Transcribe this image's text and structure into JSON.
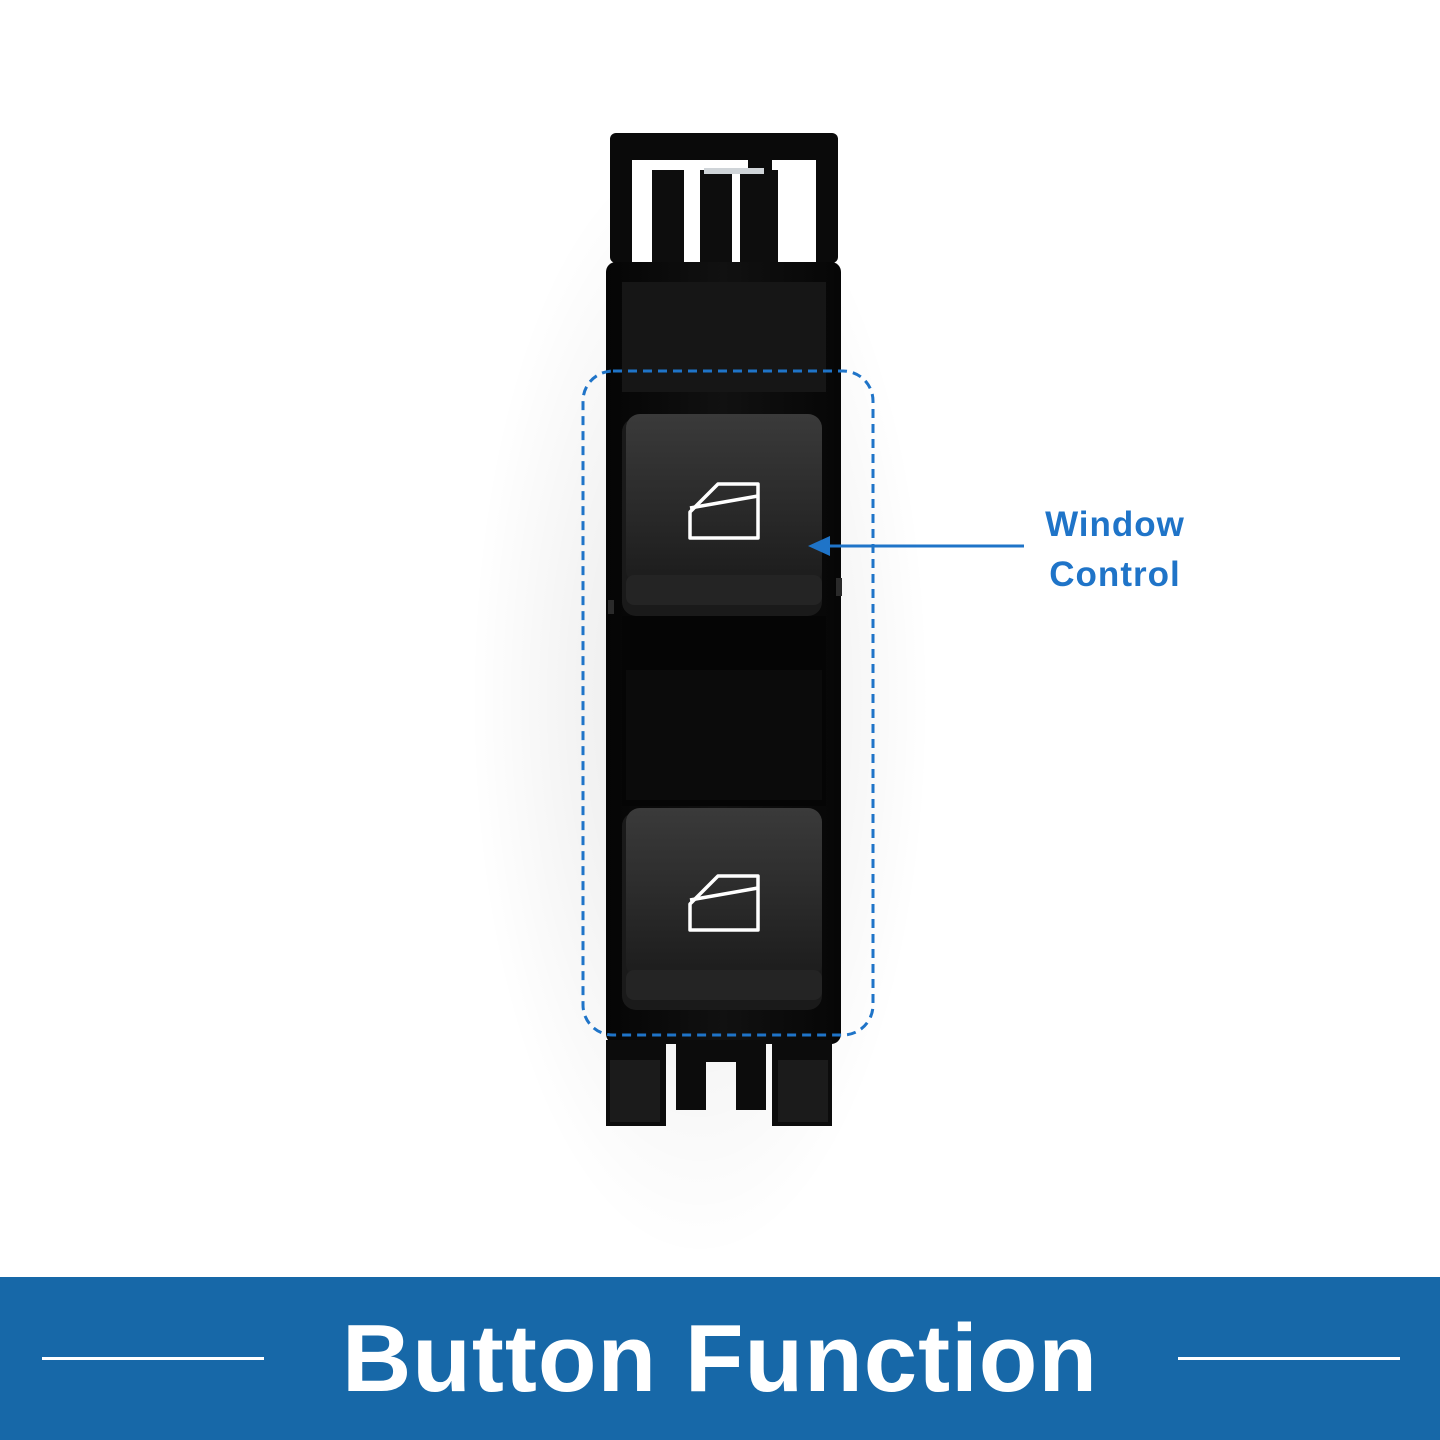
{
  "callout": {
    "line1": "Window",
    "line2": "Control"
  },
  "banner": {
    "title": "Button Function"
  },
  "icons": {
    "upper_button": "window-door-icon",
    "lower_button": "window-door-icon"
  },
  "colors": {
    "background": "#ffffff",
    "accent_blue": "#1f74c8",
    "banner_blue": "#1768a8",
    "switch_black": "#0b0b0b",
    "button_gray": "#2d2d2d",
    "icon_white": "#ffffff"
  }
}
